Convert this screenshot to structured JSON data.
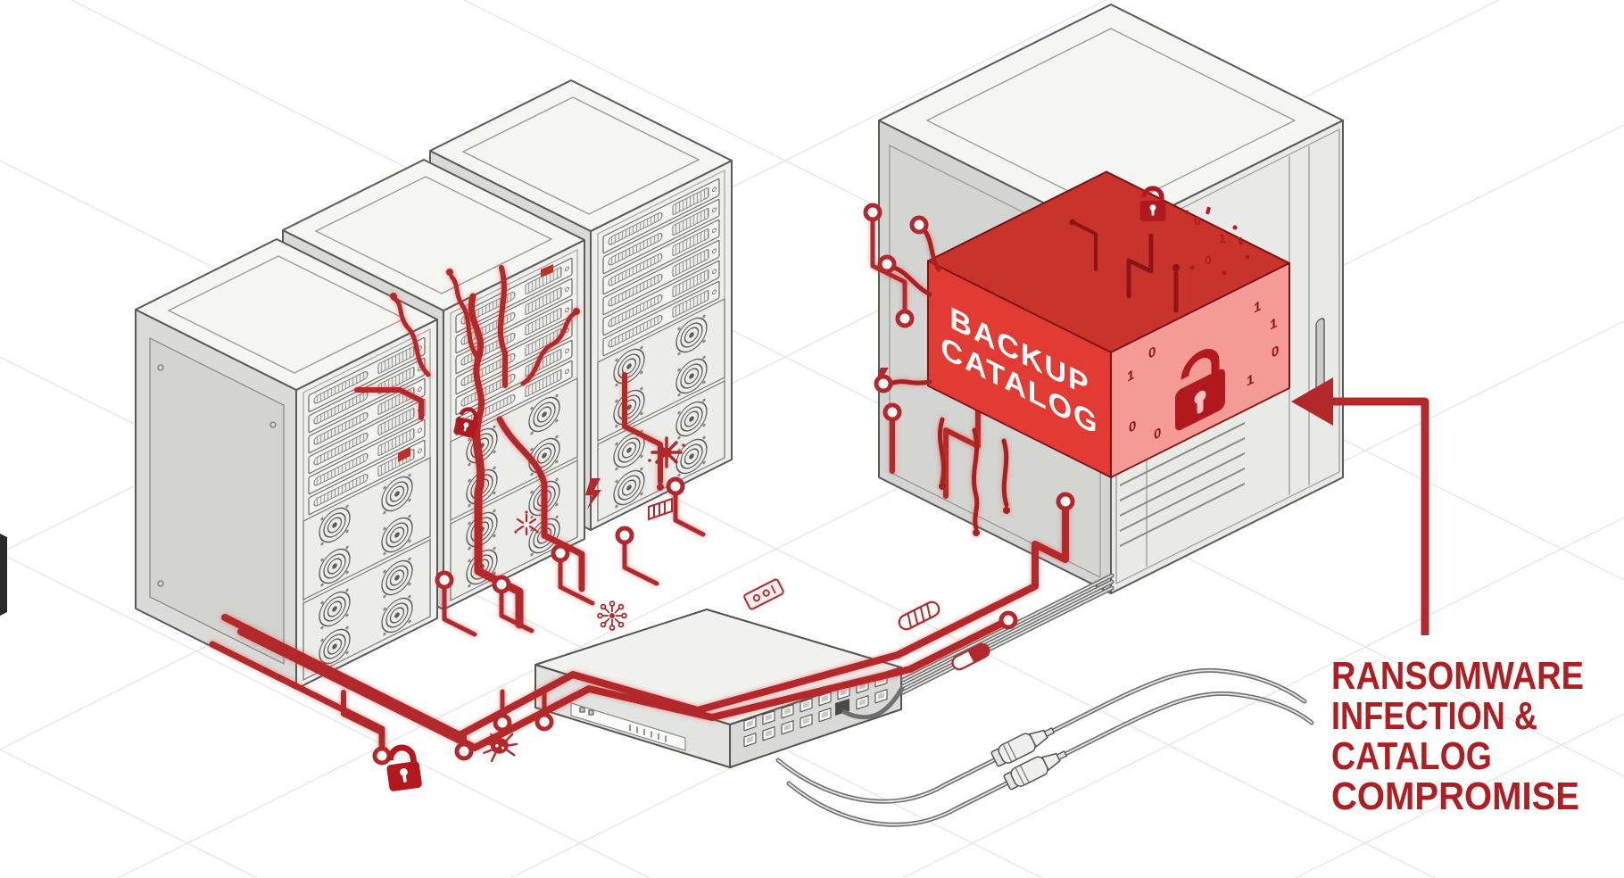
{
  "scene": {
    "description": "Isometric illustration of ransomware spreading from three server racks through a network switch into a backup server cabinet, locking the backup catalog",
    "rack_count": 3,
    "background": "#FFFFFF"
  },
  "palette": {
    "red_trace": "#B3282A",
    "red_dark": "#8E1418",
    "cube_face_red": "#E23B33",
    "cube_face_pink": "#F59B95",
    "cube_face_top": "#C8342C",
    "caption_red": "#AC2024",
    "outline_gray": "#5A5A58",
    "rack_fill": "#EFEFED",
    "cable_gray": "#6F6F6D"
  },
  "cube": {
    "label_lines": [
      "BACKUP",
      "CATALOG"
    ],
    "binary_digits": [
      "1",
      "0",
      "1",
      "1",
      "0",
      "0",
      "1",
      "0"
    ]
  },
  "caption": {
    "lines": [
      "RANSOMWARE",
      "INFECTION &",
      "CATALOG",
      "COMPROMISE"
    ]
  },
  "icons": [
    "padlock-icon",
    "virus-icon",
    "starburst-icon",
    "lightning-icon",
    "pill-icon",
    "capsule-icon",
    "memory-card-icon",
    "chip-card-icon",
    "sparkle-icon",
    "dandelion-icon",
    "circuit-pad"
  ]
}
